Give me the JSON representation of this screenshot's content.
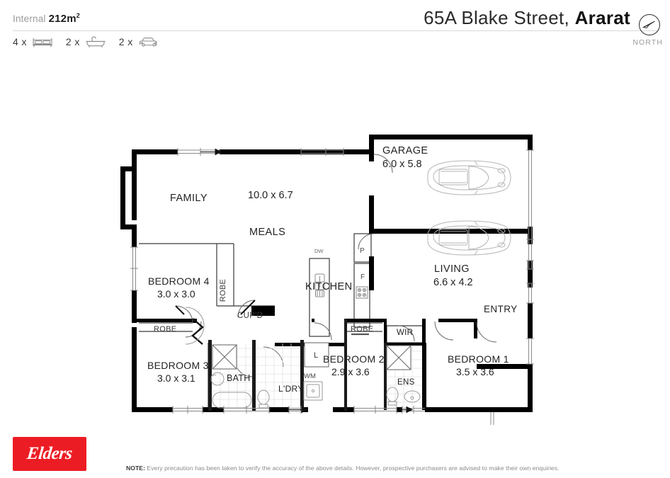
{
  "header": {
    "internal_label": "Internal",
    "internal_value": "212m",
    "internal_sup": "2",
    "title_street": "65A Blake Street, ",
    "title_suburb": "Ararat",
    "compass_label": "NORTH",
    "compass_icon": "compass-north-icon",
    "stats": [
      {
        "count": "4 x",
        "icon": "bed-icon",
        "name": "bedrooms"
      },
      {
        "count": "2 x",
        "icon": "bathtub-icon",
        "name": "bathrooms"
      },
      {
        "count": "2 x",
        "icon": "car-icon",
        "name": "car-spaces"
      }
    ]
  },
  "plan": {
    "rooms": [
      {
        "key": "garage",
        "name": "GARAGE",
        "dims": "6.0 x 5.8"
      },
      {
        "key": "family",
        "name": "FAMILY",
        "dims": "10.0 x 6.7"
      },
      {
        "key": "meals",
        "name": "MEALS",
        "dims": ""
      },
      {
        "key": "kitchen",
        "name": "KITCHEN",
        "dims": ""
      },
      {
        "key": "living",
        "name": "LIVING",
        "dims": "6.6 x 4.2"
      },
      {
        "key": "entry",
        "name": "ENTRY",
        "dims": ""
      },
      {
        "key": "bedroom4",
        "name": "BEDROOM 4",
        "dims": "3.0 x 3.0"
      },
      {
        "key": "bedroom3",
        "name": "BEDROOM 3",
        "dims": "3.0 x 3.1"
      },
      {
        "key": "bedroom2",
        "name": "BEDROOM 2",
        "dims": "2.9 x 3.6"
      },
      {
        "key": "bedroom1",
        "name": "BEDROOM 1",
        "dims": "3.5 x 3.6"
      },
      {
        "key": "bath",
        "name": "BATH",
        "dims": ""
      },
      {
        "key": "laundry",
        "name": "L'DRY",
        "dims": ""
      },
      {
        "key": "ens",
        "name": "ENS",
        "dims": ""
      },
      {
        "key": "wir",
        "name": "WIR",
        "dims": ""
      }
    ],
    "labels": {
      "garage": "GARAGE",
      "garage_dims": "6.0 x 5.8",
      "family": "FAMILY",
      "family_dims": "10.0 x 6.7",
      "meals": "MEALS",
      "kitchen": "KITCHEN",
      "living": "LIVING",
      "living_dims": "6.6 x 4.2",
      "entry": "ENTRY",
      "bedroom4": "BEDROOM 4",
      "bedroom4_dims": "3.0 x 3.0",
      "bedroom3": "BEDROOM 3",
      "bedroom3_dims": "3.0 x 3.1",
      "bedroom2": "BEDROOM 2",
      "bedroom2_dims": "2.9 x 3.6",
      "bedroom1": "BEDROOM 1",
      "bedroom1_dims": "3.5 x 3.6",
      "bath": "BATH",
      "laundry": "L'DRY",
      "ens": "ENS",
      "wir": "WIR",
      "robe_b4": "ROBE",
      "robe_b3": "ROBE",
      "robe_b2": "ROBE",
      "cupd": "CUP'D",
      "pantry": "P",
      "fridge": "F",
      "dishwasher": "DW",
      "washing_machine": "WM",
      "linen": "L"
    },
    "fixture_icons": [
      "car-outline-icon",
      "car-outline-icon",
      "sink-icon",
      "cooktop-icon",
      "shower-icon",
      "basin-icon",
      "bathtub-plan-icon",
      "toilet-icon",
      "washing-machine-icon"
    ]
  },
  "footer": {
    "logo_text": "Elders",
    "note_prefix": "NOTE:",
    "note_text": " Every precaution has been taken to verify the accuracy of the above details. However, prospective purchasers are advised to make their own enquiries."
  },
  "colors": {
    "brand_red": "#ec1c24",
    "wall_black": "#000000",
    "text_dark": "#232323",
    "text_muted": "#9b9b9b",
    "rule": "#d9d9d9"
  }
}
